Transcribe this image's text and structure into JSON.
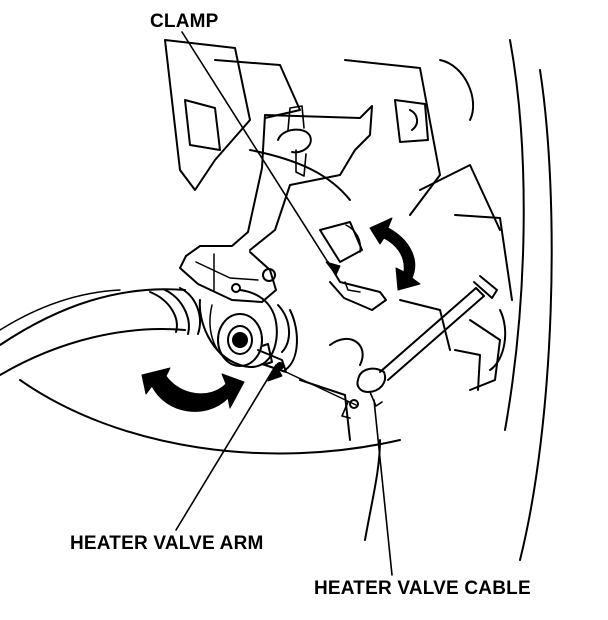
{
  "labels": {
    "clamp": "CLAMP",
    "heater_valve_arm": "HEATER VALVE ARM",
    "heater_valve_cable": "HEATER VALVE CABLE"
  },
  "colors": {
    "ink": "#000000",
    "paper": "#ffffff"
  }
}
